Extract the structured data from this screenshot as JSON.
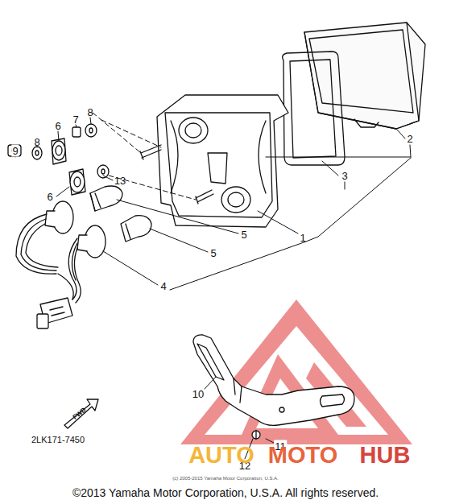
{
  "diagram": {
    "caption": "©2013 Yamaha Motor Corporation, U.S.A. All rights reserved.",
    "labels": [
      "9",
      "8",
      "6",
      "7",
      "8",
      "6",
      "13",
      "5",
      "1",
      "5",
      "4",
      "3",
      "2",
      "10",
      "11",
      "12",
      "FWD",
      "2LK171-7450",
      "(c) 2005-2015 Yamaha Motor Corporation, U.S.A.",
      "AUTO",
      "MOTO",
      "HUB"
    ]
  }
}
